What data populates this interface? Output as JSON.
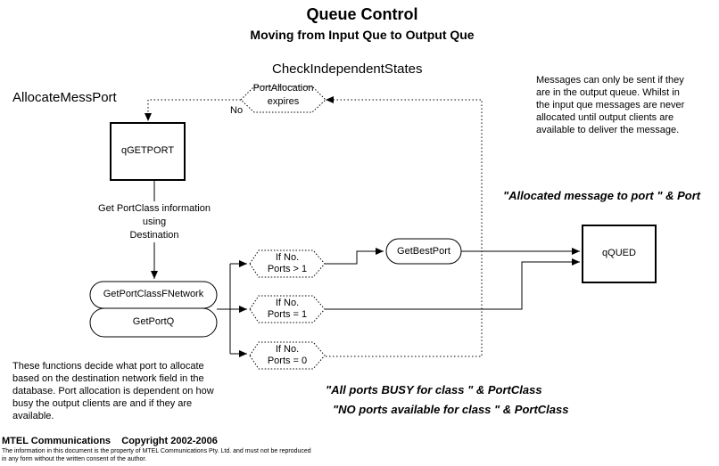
{
  "header": {
    "title": "Queue Control",
    "subtitle": "Moving from Input Que to Output Que"
  },
  "labels": {
    "check_independent_states": "CheckIndependentStates",
    "allocate_mess_port": "AllocateMessPort",
    "no_label": "No",
    "get_portclass_info": [
      "Get PortClass information",
      "using",
      "Destination"
    ]
  },
  "decisions": {
    "port_allocation": [
      "PortAllocation",
      "expires"
    ],
    "ports_gt_1": [
      "If  No.",
      "Ports > 1"
    ],
    "ports_eq_1": [
      "If  No.",
      "Ports = 1"
    ],
    "ports_eq_0": [
      "If  No.",
      "Ports = 0"
    ]
  },
  "nodes": {
    "qgetport": "qGETPORT",
    "qqued": "qQUED",
    "getbestport": "GetBestPort",
    "getportclassfnetwork": "GetPortClassFNetwork",
    "getportq": "GetPortQ"
  },
  "notes": {
    "output_queue_note": "Messages can only be sent if they are in the output queue. Whilst in the input que messages are never allocated until output clients are available to deliver the message.",
    "functions_note": "These functions decide what port to allocate based on the destination network field in the database. Port allocation is dependent on how busy the output clients are and if they are available."
  },
  "quotes": {
    "allocated": "\"Allocated message to port \" & Port",
    "all_busy": "\"All ports BUSY for class  \" & PortClass",
    "none_available": "\"NO ports available for class \" & PortClass"
  },
  "footer": {
    "company": "MTEL Communications    Copyright 2002-2006",
    "disclaimer_1": "The information in this document is the property of MTEL Communications Pty. Ltd. and must not be reproduced",
    "disclaimer_2": "in any form without the written consent of the author."
  }
}
